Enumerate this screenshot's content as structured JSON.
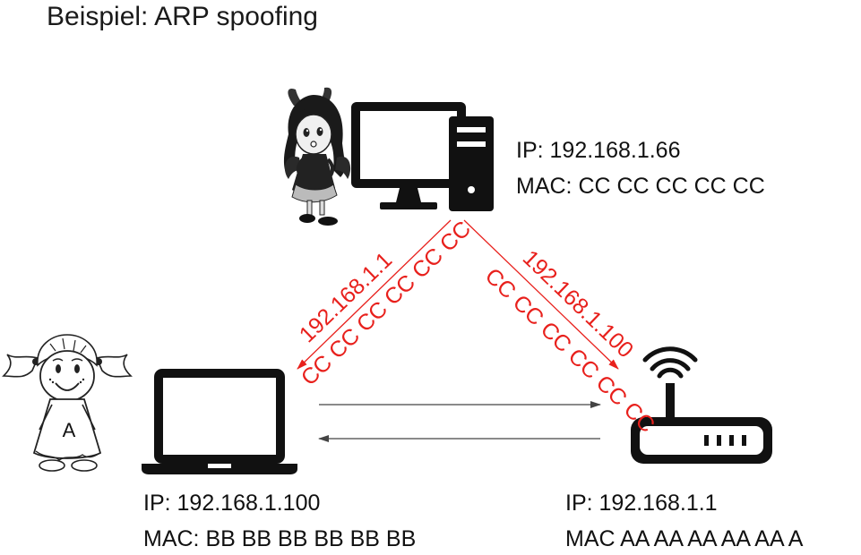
{
  "title": "Beispiel: ARP spoofing",
  "attacker": {
    "ip": "IP: 192.168.1.66",
    "mac": "MAC: CC CC CC CC CC"
  },
  "victim": {
    "ip": "IP: 192.168.1.100",
    "mac": "MAC: BB BB BB BB BB BB",
    "badge": "A"
  },
  "router": {
    "ip": "IP: 192.168.1.1",
    "mac": "MAC AA AA AA AA AA A"
  },
  "spoof_left": {
    "ip": "192.168.1.1",
    "mac": "CC CC CC CC CC CC"
  },
  "spoof_right": {
    "ip": "192.168.1.100",
    "mac": "CC CC CC CC CC CC"
  },
  "colors": {
    "spoof": "#e8201c",
    "ink": "#111111",
    "link": "#444444"
  }
}
